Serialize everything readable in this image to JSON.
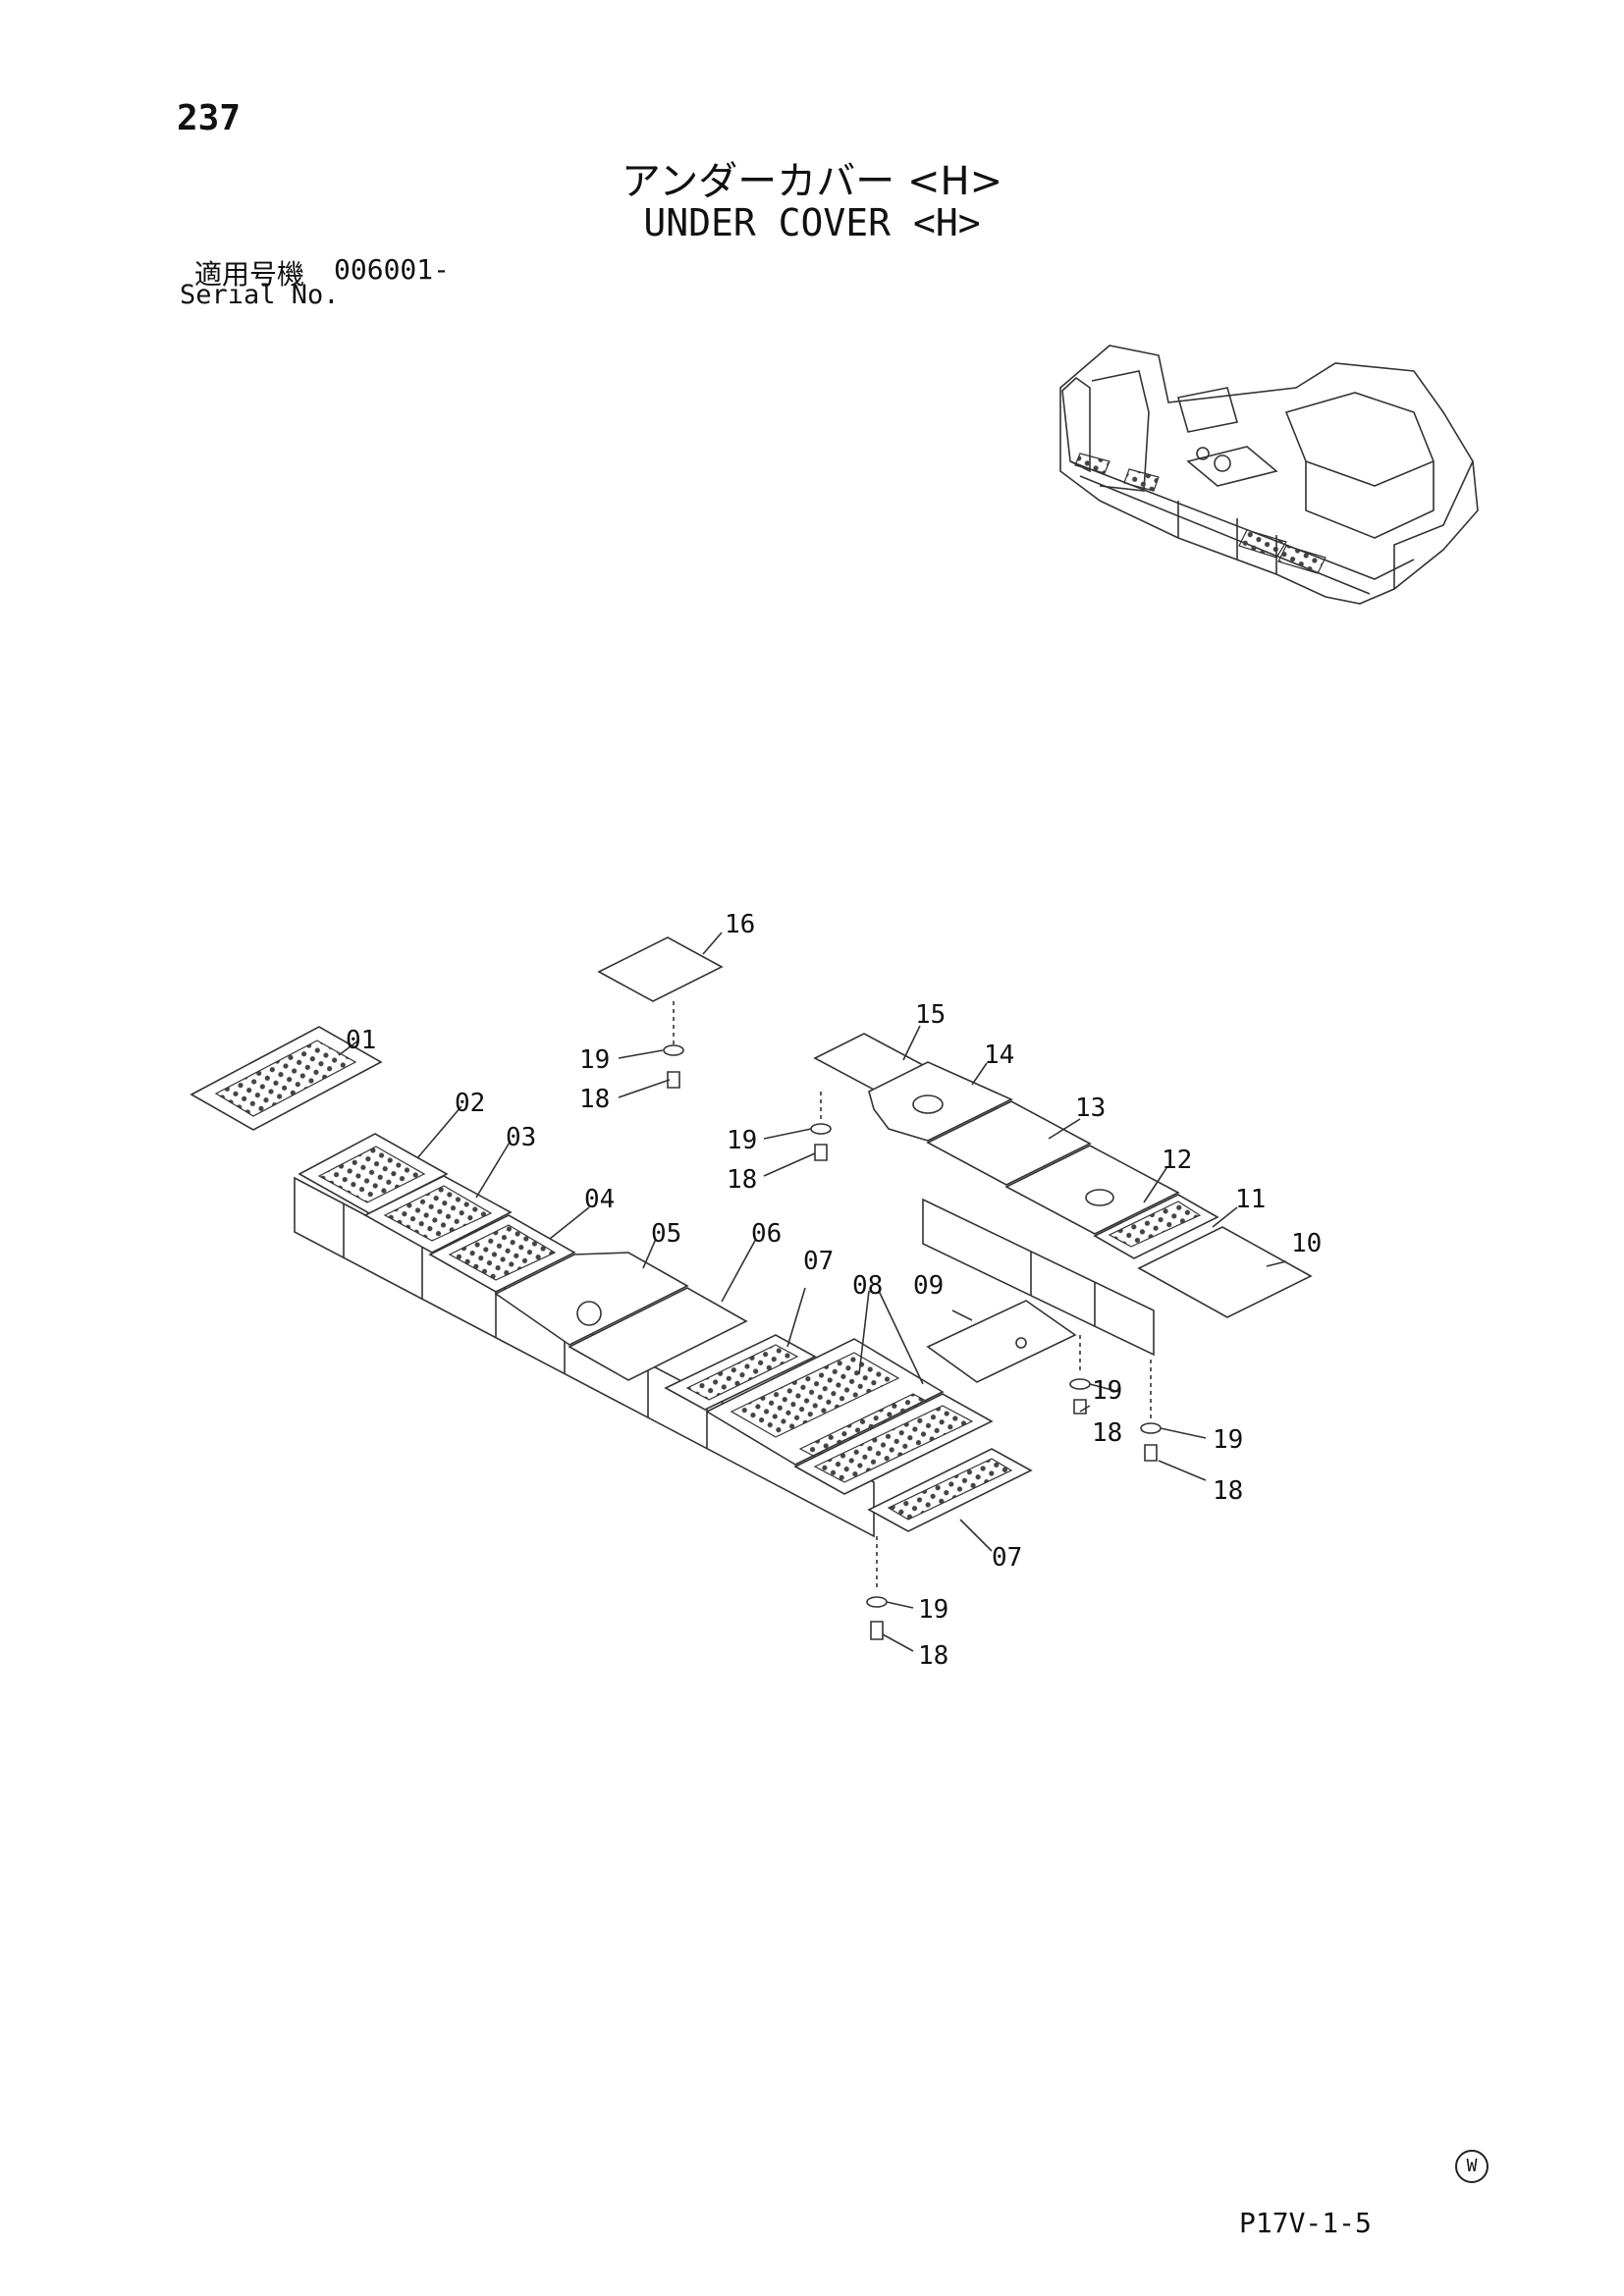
{
  "header": {
    "page_number": "237",
    "title_jp": "アンダーカバー <H>",
    "title_en": "UNDER COVER <H>",
    "serial_label_jp": "適用号機",
    "serial_value": "006001-",
    "serial_label_en": "Serial No."
  },
  "callouts": {
    "c01": "01",
    "c02": "02",
    "c03": "03",
    "c04": "04",
    "c05": "05",
    "c06": "06",
    "c07a": "07",
    "c07b": "07",
    "c08": "08",
    "c09": "09",
    "c10": "10",
    "c11": "11",
    "c12": "12",
    "c13": "13",
    "c14": "14",
    "c15": "15",
    "c16": "16",
    "c18a": "18",
    "c18b": "18",
    "c18c": "18",
    "c18d": "18",
    "c18e": "18",
    "c19a": "19",
    "c19b": "19",
    "c19c": "19",
    "c19d": "19",
    "c19e": "19"
  },
  "footer": {
    "w_mark": "W",
    "drawing_code": "P17V-1-5"
  }
}
